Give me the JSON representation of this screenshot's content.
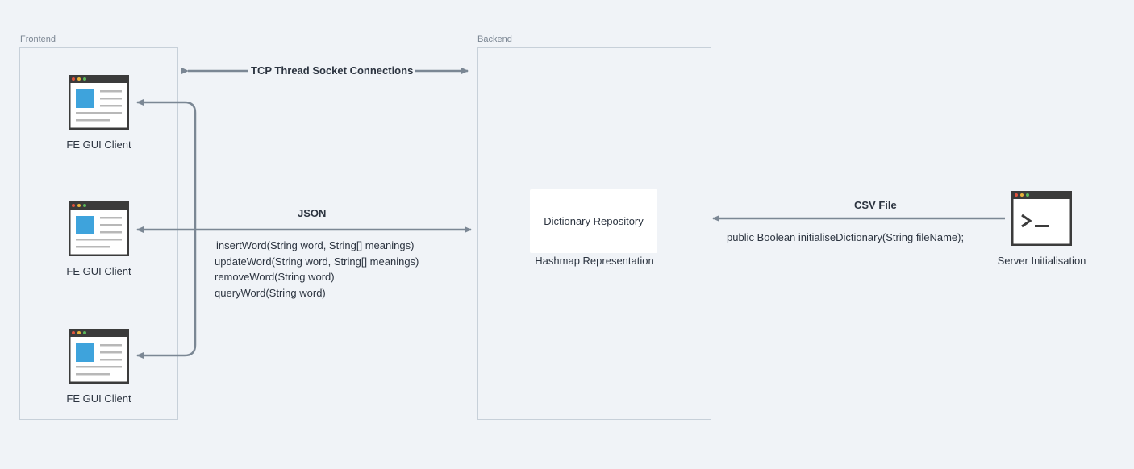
{
  "groups": {
    "frontend": {
      "label": "Frontend"
    },
    "backend": {
      "label": "Backend"
    }
  },
  "clients": [
    {
      "label": "FE GUI Client",
      "icon": "browser-window-icon"
    },
    {
      "label": "FE GUI Client",
      "icon": "browser-window-icon"
    },
    {
      "label": "FE GUI Client",
      "icon": "browser-window-icon"
    }
  ],
  "connections": {
    "tcp_label": "TCP Thread Socket Connections",
    "json_label": "JSON",
    "csv_label": "CSV File"
  },
  "api_methods": [
    "insertWord(String word, String[] meanings)",
    "updateWord(String word, String[] meanings)",
    "removeWord(String word)",
    "queryWord(String word)"
  ],
  "repository": {
    "title": "Dictionary Repository",
    "caption": "Hashmap Representation"
  },
  "server": {
    "label": "Server Initialisation",
    "icon": "terminal-icon",
    "method": "public Boolean initialiseDictionary(String fileName);"
  },
  "colors": {
    "background": "#f0f3f7",
    "border": "#c7d0d9",
    "arrow": "#7b8794",
    "icon_dark": "#3b3b3b",
    "icon_blue": "#3ea3dc",
    "dot_red": "#e0533d",
    "dot_yellow": "#e8b33a",
    "dot_green": "#5cb85c"
  }
}
